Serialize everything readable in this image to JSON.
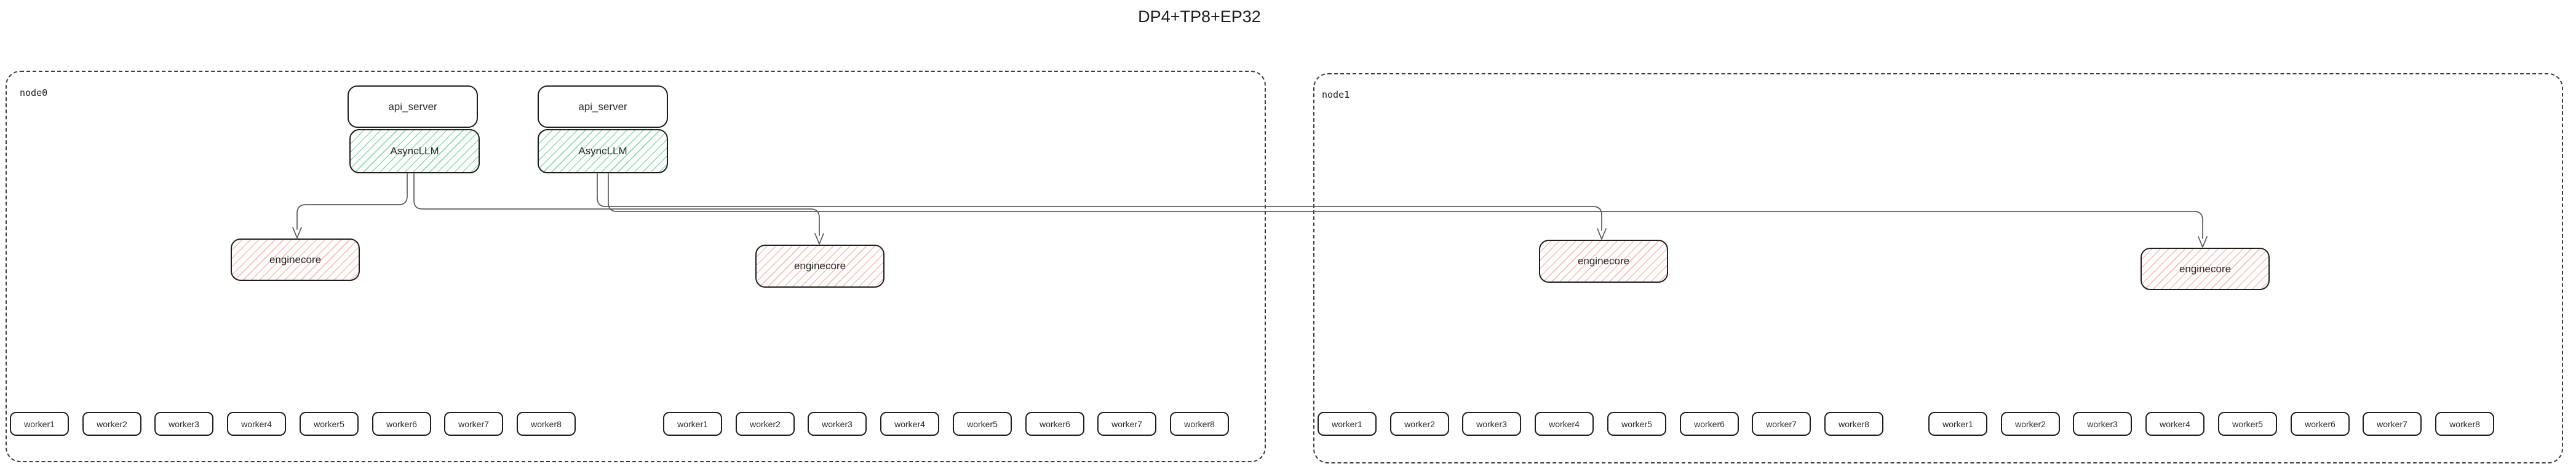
{
  "title": "DP4+TP8+EP32",
  "nodes": [
    {
      "label": "node0"
    },
    {
      "label": "node1"
    }
  ],
  "stacks": [
    {
      "api_server": "api_server",
      "async_llm": "AsyncLLM"
    },
    {
      "api_server": "api_server",
      "async_llm": "AsyncLLM"
    }
  ],
  "enginecores": [
    "enginecore",
    "enginecore",
    "enginecore",
    "enginecore"
  ],
  "worker_groups": [
    {
      "node": "node0",
      "workers": [
        "worker1",
        "worker2",
        "worker3",
        "worker4",
        "worker5",
        "worker6",
        "worker7",
        "worker8"
      ]
    },
    {
      "node": "node0",
      "workers": [
        "worker1",
        "worker2",
        "worker3",
        "worker4",
        "worker5",
        "worker6",
        "worker7",
        "worker8"
      ]
    },
    {
      "node": "node1",
      "workers": [
        "worker1",
        "worker2",
        "worker3",
        "worker4",
        "worker5",
        "worker6",
        "worker7",
        "worker8"
      ]
    },
    {
      "node": "node1",
      "workers": [
        "worker1",
        "worker2",
        "worker3",
        "worker4",
        "worker5",
        "worker6",
        "worker7",
        "worker8"
      ]
    }
  ],
  "colors": {
    "hatch_green": "#8edbb0",
    "hatch_red": "#f6bdb6",
    "box_border": "#1f1f1f",
    "node_border": "#3c3c3c",
    "line_color": "#5c5c5c",
    "background": "#ffffff"
  }
}
